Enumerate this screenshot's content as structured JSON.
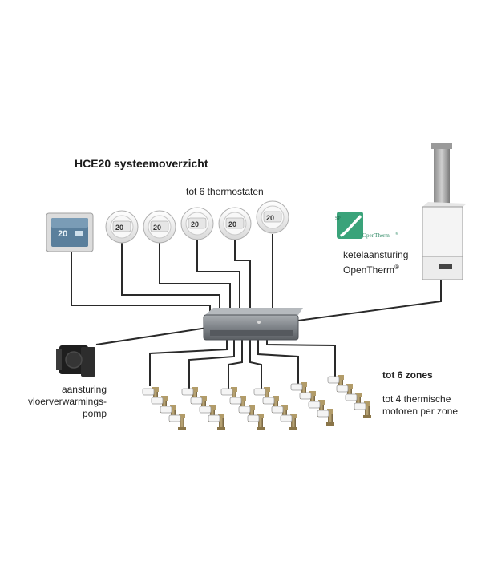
{
  "title": "HCE20 systeemoverzicht",
  "thermostats_label": "tot 6 thermostaten",
  "thermostat_display": "20",
  "touch_display": "20",
  "boiler": {
    "line1": "ketelaansturing",
    "line2": "OpenTherm",
    "trademark": "®"
  },
  "opentherm_logo": {
    "text": "OpenTherm",
    "trademark": "®",
    "mark": "SP"
  },
  "zones": {
    "heading": "tot 6 zones",
    "line1": "tot 4 thermische",
    "line2": "motoren per zone"
  },
  "pump": {
    "line1": "aansturing",
    "line2": "vloerverwarmings-",
    "line3": "pomp"
  },
  "colors": {
    "cable": "#2a2a2a",
    "opentherm_green": "#3aa37a",
    "controller": "#7d8287",
    "boiler": "#f2f2f2"
  }
}
